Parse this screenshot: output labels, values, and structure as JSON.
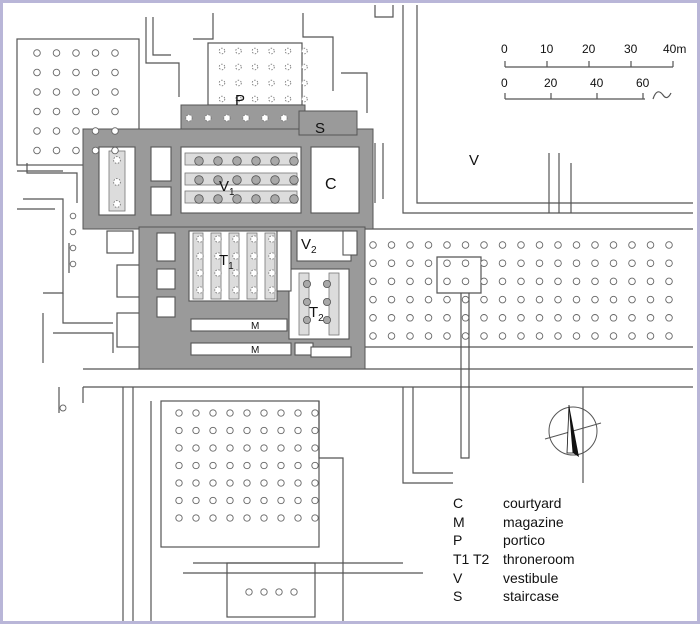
{
  "plan_labels": {
    "portico": "P",
    "staircase": "S",
    "vestibule_1": "V",
    "vestibule_1_sub": "1",
    "courtyard": "C",
    "vestibule_main": "V",
    "vestibule_2": "V",
    "vestibule_2_sub": "2",
    "throneroom_1": "T",
    "throneroom_1_sub": "1",
    "throneroom_2": "T",
    "throneroom_2_sub": "2",
    "magazine_1": "M",
    "magazine_2": "M"
  },
  "scale_bars": {
    "metres": {
      "ticks": [
        "0",
        "10",
        "20",
        "30",
        "40m"
      ]
    },
    "cubits": {
      "ticks": [
        "0",
        "20",
        "40",
        "60"
      ]
    }
  },
  "legend": [
    {
      "key": "C",
      "value": "courtyard"
    },
    {
      "key": "M",
      "value": "magazine"
    },
    {
      "key": "P",
      "value": "portico"
    },
    {
      "key": "T1 T2",
      "value": "throneroom"
    },
    {
      "key": "V",
      "value": "vestibule"
    },
    {
      "key": "S",
      "value": "staircase"
    }
  ],
  "colors": {
    "wall_mass": "#9a9a9a",
    "frame": "#b9b6d8",
    "lines": "#555555"
  },
  "icons": [
    "north-arrow-icon",
    "cubit-glyph-icon"
  ]
}
